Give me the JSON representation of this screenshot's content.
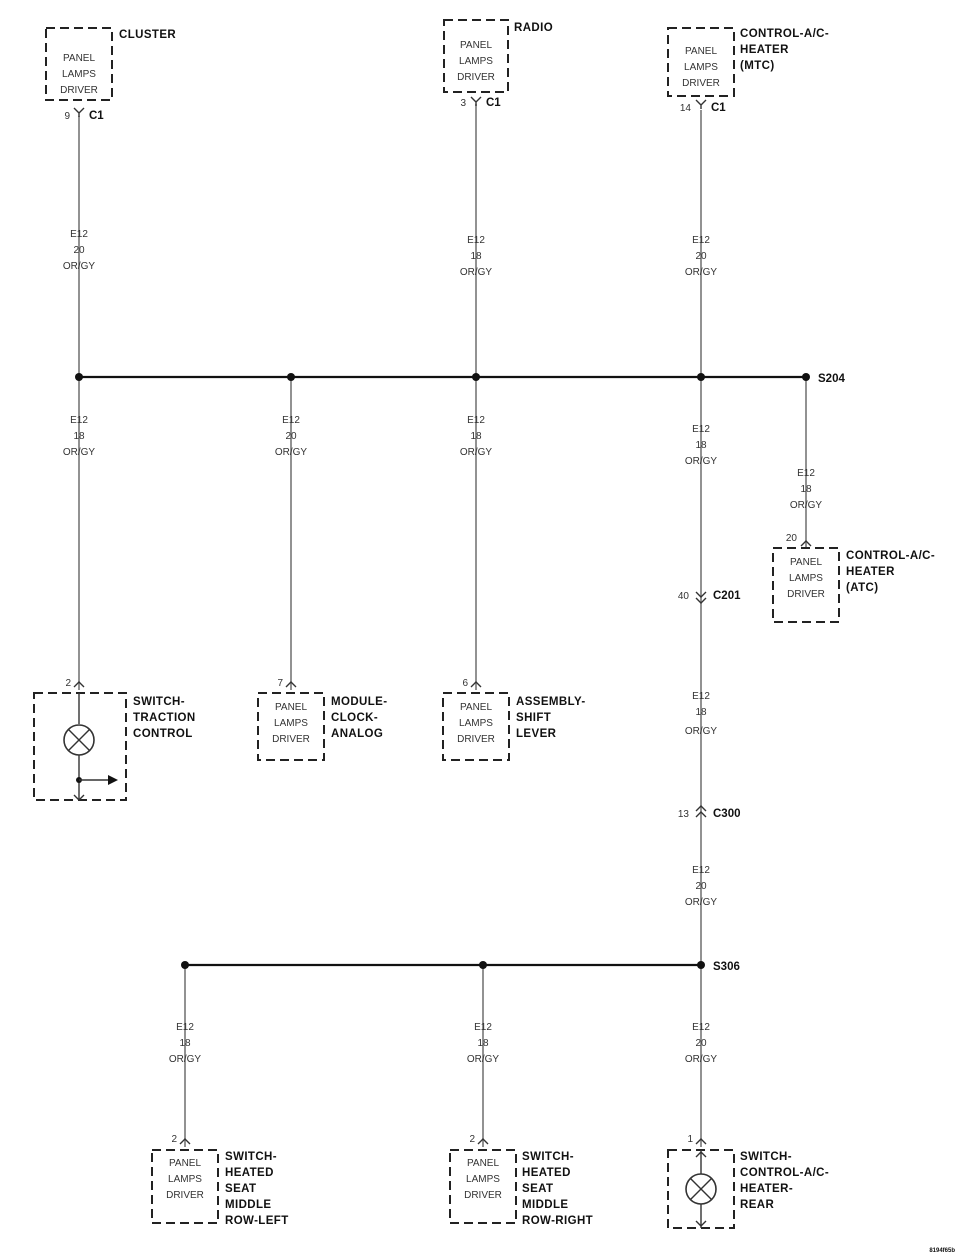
{
  "modules": {
    "cluster": {
      "name": "CLUSTER",
      "lines": [
        "PANEL",
        "LAMPS",
        "DRIVER"
      ],
      "pin": "9",
      "connector": "C1"
    },
    "radio": {
      "name": "RADIO",
      "lines": [
        "PANEL",
        "LAMPS",
        "DRIVER"
      ],
      "pin": "3",
      "connector": "C1"
    },
    "mtc": {
      "name": [
        "CONTROL-A/C-",
        "HEATER",
        "(MTC)"
      ],
      "lines": [
        "PANEL",
        "LAMPS",
        "DRIVER"
      ],
      "pin": "14",
      "connector": "C1"
    },
    "atc": {
      "name": [
        "CONTROL-A/C-",
        "HEATER",
        "(ATC)"
      ],
      "lines": [
        "PANEL",
        "LAMPS",
        "DRIVER"
      ],
      "pin": "20"
    },
    "traction": {
      "name": [
        "SWITCH-",
        "TRACTION",
        "CONTROL"
      ],
      "pin": "2"
    },
    "clock": {
      "name": [
        "MODULE-",
        "CLOCK-",
        "ANALOG"
      ],
      "lines": [
        "PANEL",
        "LAMPS",
        "DRIVER"
      ],
      "pin": "7"
    },
    "shift": {
      "name": [
        "ASSEMBLY-",
        "SHIFT",
        "LEVER"
      ],
      "lines": [
        "PANEL",
        "LAMPS",
        "DRIVER"
      ],
      "pin": "6"
    },
    "seat_left": {
      "name": [
        "SWITCH-",
        "HEATED",
        "SEAT",
        "MIDDLE",
        "ROW-LEFT"
      ],
      "lines": [
        "PANEL",
        "LAMPS",
        "DRIVER"
      ],
      "pin": "2"
    },
    "seat_right": {
      "name": [
        "SWITCH-",
        "HEATED",
        "SEAT",
        "MIDDLE",
        "ROW-RIGHT"
      ],
      "lines": [
        "PANEL",
        "LAMPS",
        "DRIVER"
      ],
      "pin": "2"
    },
    "rear": {
      "name": [
        "SWITCH-",
        "CONTROL-A/C-",
        "HEATER-",
        "REAR"
      ],
      "pin": "1"
    }
  },
  "wires": {
    "cluster_top": [
      "E12",
      "20",
      "OR/GY"
    ],
    "radio_top": [
      "E12",
      "18",
      "OR/GY"
    ],
    "mtc_top": [
      "E12",
      "20",
      "OR/GY"
    ],
    "traction": [
      "E12",
      "18",
      "OR/GY"
    ],
    "clock": [
      "E12",
      "20",
      "OR/GY"
    ],
    "shift": [
      "E12",
      "18",
      "OR/GY"
    ],
    "trunk_1": [
      "E12",
      "18",
      "OR/GY"
    ],
    "atc": [
      "E12",
      "18",
      "OR/GY"
    ],
    "trunk_2": [
      "E12",
      "18",
      "OR/GY"
    ],
    "trunk_3": [
      "E12",
      "20",
      "OR/GY"
    ],
    "seat_left": [
      "E12",
      "18",
      "OR/GY"
    ],
    "seat_right": [
      "E12",
      "18",
      "OR/GY"
    ],
    "rear": [
      "E12",
      "20",
      "OR/GY"
    ]
  },
  "splices": {
    "s204": "S204",
    "s306": "S306"
  },
  "connectors": {
    "c201": {
      "name": "C201",
      "pin": "40"
    },
    "c300": {
      "name": "C300",
      "pin": "13"
    }
  },
  "figure_id": "8194f65b"
}
